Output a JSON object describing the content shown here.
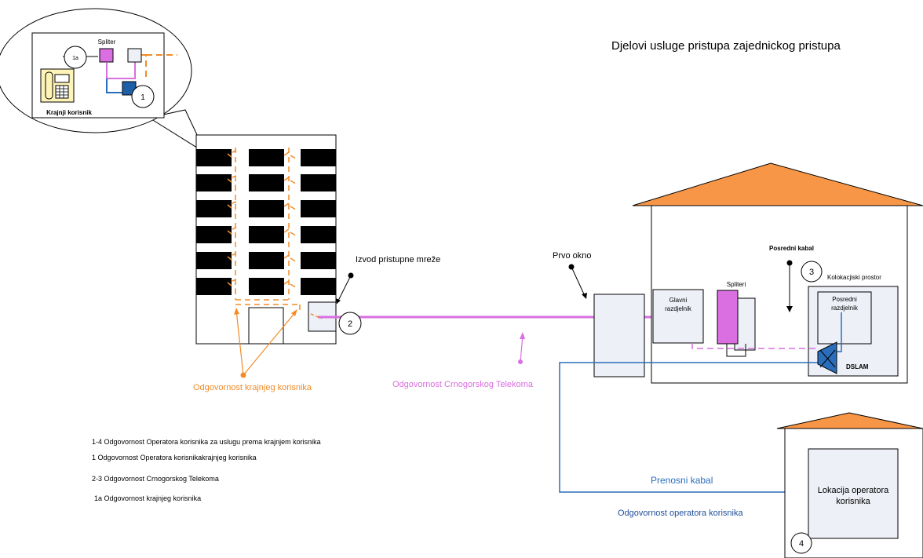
{
  "title": "Djelovi usluge pristupa zajednickog pristupa",
  "callout": {
    "spliter": "Spliter",
    "end_user": "Krajnji korisnik",
    "num_1a": "1a",
    "num_1": "1"
  },
  "building": {
    "access_point": "Izvod pristupne mreže",
    "num_2": "2"
  },
  "responsibility": {
    "end_user": "Odgovornost krajnjeg korisnika",
    "telekom": "Odgovornost Crnogorskog Telekoma",
    "operator": "Odgovornost operatora korisnika"
  },
  "central": {
    "first_manhole": "Prvo  okno",
    "intermediate_cable": "Posredni kabal",
    "num_3": "3",
    "colocation": "Kolokacjiski prostor",
    "main_distributor_1": "Glavni",
    "main_distributor_2": "razdjelnik",
    "splitters": "Spliteri",
    "inter_distributor_1": "Posredni",
    "inter_distributor_2": "razdjelnik",
    "dslam": "DSLAM"
  },
  "operator_site": {
    "transmission_cable": "Prenosni kabal",
    "location_1": "Lokacija operatora",
    "location_2": "korisnika",
    "num_4": "4"
  },
  "legend": [
    "1-4 Odgovornost Operatora korisnika za uslugu prema krajnjem korisnika",
    "1 Odgovornost Operatora korisnikakrajnjeg korisnika",
    "2-3 Odgovornost Crnogorskog Telekoma",
    "1a Odgovornost krajnjeg korisnika"
  ],
  "colors": {
    "orange": "#f28c28",
    "pink": "#d96fe0",
    "blue": "#2a6ebb",
    "dark_blue": "#1f4f9a",
    "roof": "#f79646",
    "box_fill": "#eef0f7"
  }
}
